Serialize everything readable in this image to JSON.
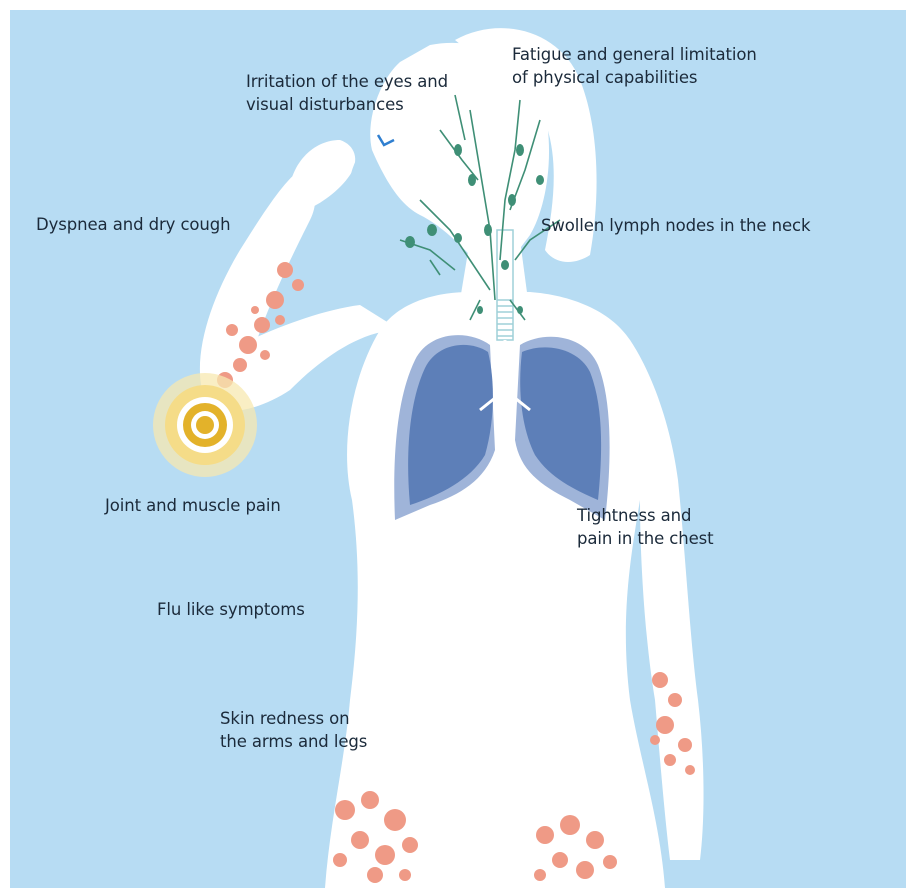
{
  "colors": {
    "background": "#b7dcf3",
    "silhouette": "#ffffff",
    "lung": "#5d7fb8",
    "lung_outline": "#9fb4d9",
    "lymph": "#3f8f76",
    "rash": "#ef9a86",
    "joint_outer": "#f5dc88",
    "joint_inner": "#e3b22a",
    "text": "#1b2a3a"
  },
  "labels": {
    "eyes": "Irritation of the eyes and\nvisual disturbances",
    "fatigue": "Fatigue and general limitation\nof physical capabilities",
    "dyspnea": "Dyspnea and dry cough",
    "lymph": "Swollen lymph nodes in the neck",
    "joint": "Joint and muscle pain",
    "chest": "Tightness and\npain in the chest",
    "flu": "Flu like symptoms",
    "skin": "Skin redness on\nthe arms and legs"
  }
}
